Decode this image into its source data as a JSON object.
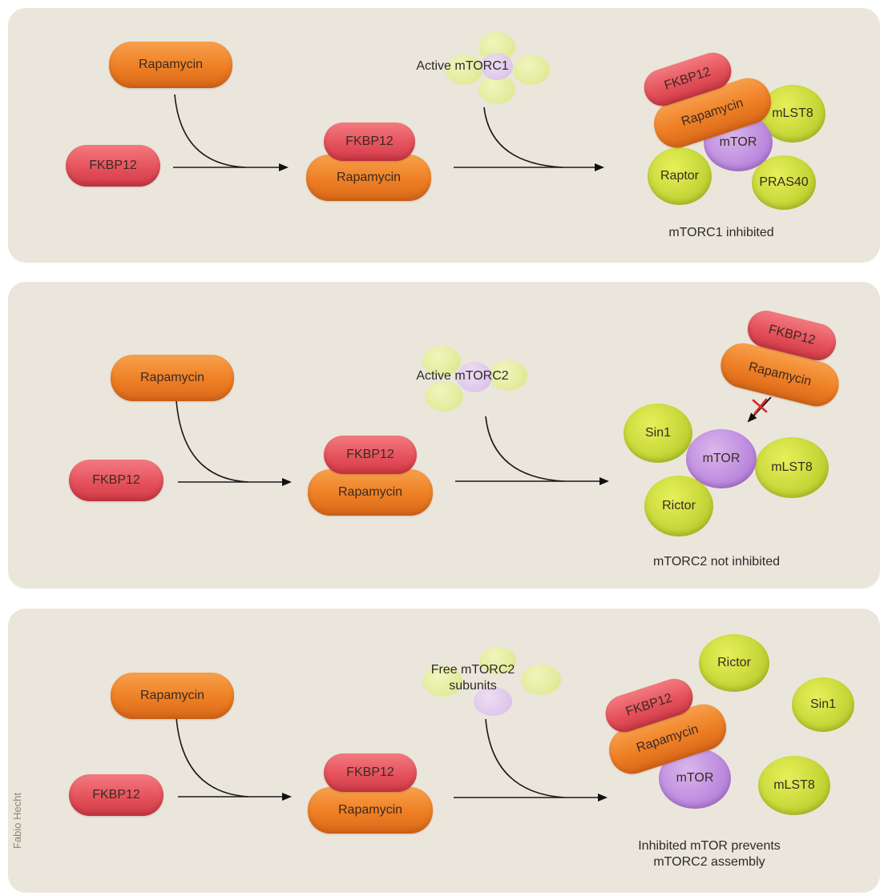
{
  "panel1": {
    "rapamycin": "Rapamycin",
    "fkbp12": "FKBP12",
    "complex_fkbp12": "FKBP12",
    "complex_rapamycin": "Rapamycin",
    "active_label": "Active mTORC1",
    "bound_fkbp12": "FKBP12",
    "bound_rapamycin": "Rapamycin",
    "mlst8": "mLST8",
    "mtor": "mTOR",
    "raptor": "Raptor",
    "pras40": "PRAS40",
    "caption": "mTORC1 inhibited"
  },
  "panel2": {
    "rapamycin": "Rapamycin",
    "fkbp12": "FKBP12",
    "complex_fkbp12": "FKBP12",
    "complex_rapamycin": "Rapamycin",
    "active_label": "Active mTORC2",
    "bound_fkbp12": "FKBP12",
    "bound_rapamycin": "Rapamycin",
    "sin1": "Sin1",
    "mtor": "mTOR",
    "mlst8": "mLST8",
    "rictor": "Rictor",
    "caption": "mTORC2 not inhibited"
  },
  "panel3": {
    "rapamycin": "Rapamycin",
    "fkbp12": "FKBP12",
    "complex_fkbp12": "FKBP12",
    "complex_rapamycin": "Rapamycin",
    "free_label_line1": "Free mTORC2",
    "free_label_line2": "subunits",
    "bound_fkbp12": "FKBP12",
    "bound_rapamycin": "Rapamycin",
    "mtor": "mTOR",
    "rictor": "Rictor",
    "sin1": "Sin1",
    "mlst8": "mLST8",
    "caption_line1": "Inhibited mTOR prevents",
    "caption_line2": "mTORC2 assembly"
  },
  "credit": "Fabio Hecht",
  "colors": {
    "panel_bg": "#ebe6db",
    "rapamycin": "#ee7f24",
    "fkbp12": "#e5525c",
    "subunit_green": "#c8d83a",
    "mtor_purple": "#c08ee0",
    "block_mark": "#d8262d"
  }
}
